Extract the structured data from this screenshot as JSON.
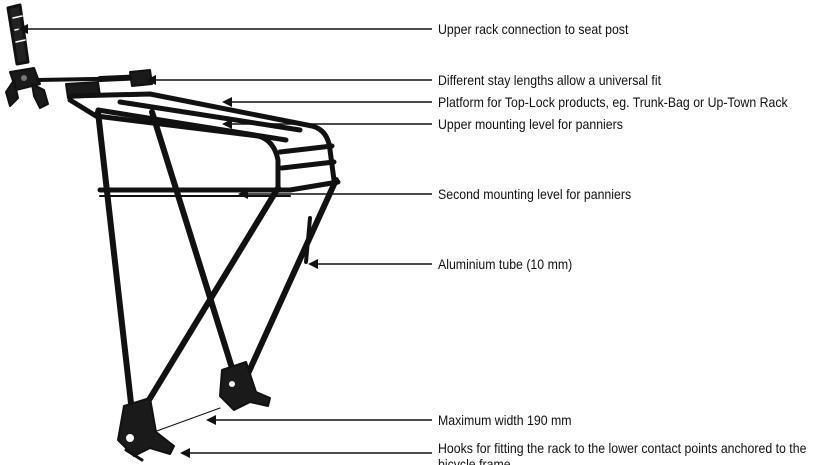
{
  "colors": {
    "rack": "#111111",
    "line": "#111111",
    "background": "#ffffff"
  },
  "callouts": [
    {
      "id": "seat-post",
      "text": "Upper rack connection to seat post"
    },
    {
      "id": "stay-lengths",
      "text": "Different stay lengths allow a universal fit"
    },
    {
      "id": "platform",
      "text": "Platform for Top-Lock products, eg. Trunk-Bag or Up-Town Rack"
    },
    {
      "id": "upper-mounting",
      "text": "Upper mounting level for panniers"
    },
    {
      "id": "second-mounting",
      "text": "Second mounting level for panniers"
    },
    {
      "id": "aluminium-tube",
      "text": "Aluminium tube (10 mm)"
    },
    {
      "id": "max-width",
      "text": "Maximum width 190 mm"
    },
    {
      "id": "hooks",
      "text": "Hooks for fitting the rack to the lower contact points anchored to the bicycle frame"
    }
  ]
}
